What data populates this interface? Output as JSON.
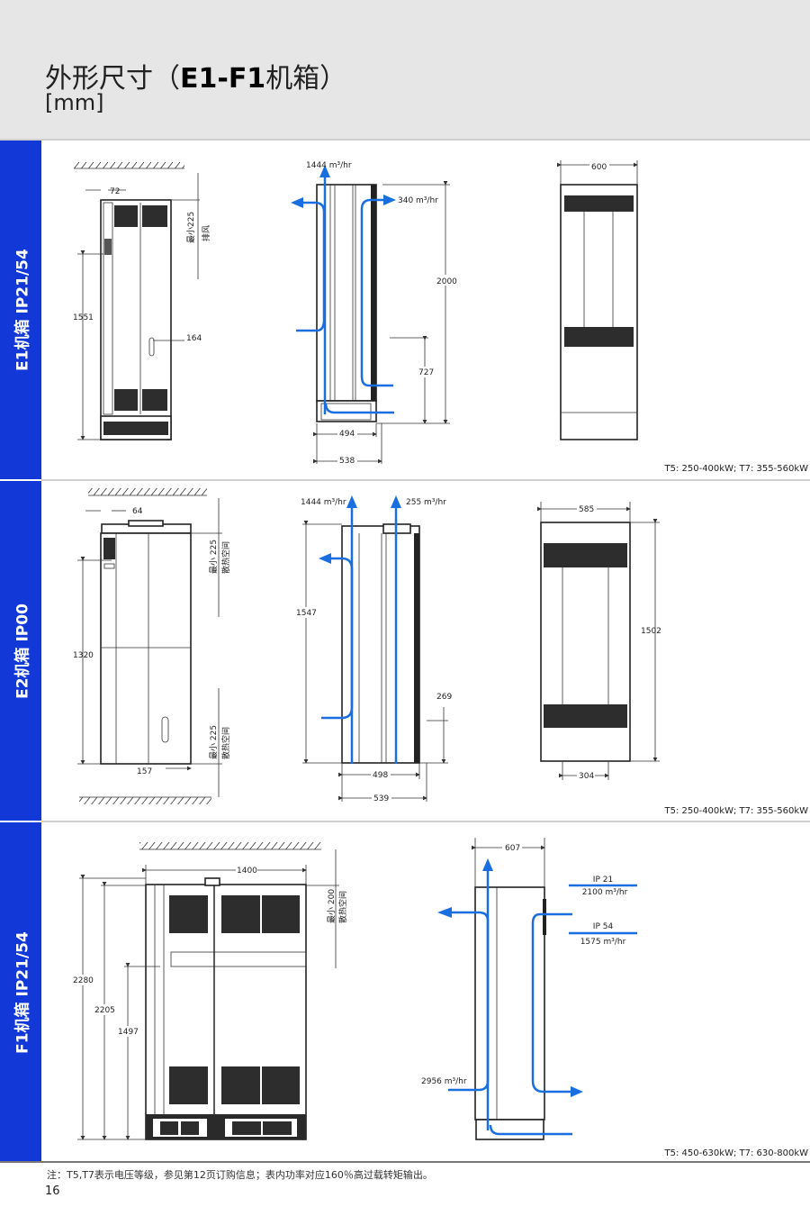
{
  "header": {
    "title_pre": "外形尺寸（",
    "title_bold": "E1-F1",
    "title_post": "机箱）",
    "unit": "[mm]"
  },
  "sections": [
    {
      "label": "E1机箱 IP21/54",
      "caption": "T5: 250-400kW; T7: 355-560kW",
      "dims": {
        "w72": "72",
        "h1551": "1551",
        "d164": "164",
        "clear": "最小225",
        "clear2": "排风",
        "air_up": "1444 m³/hr",
        "air_side": "340 m³/hr",
        "h2000": "2000",
        "h727": "727",
        "d494": "494",
        "d538": "538",
        "w600": "600"
      }
    },
    {
      "label": "E2机箱 IP00",
      "caption": "T5: 250-400kW; T7: 355-560kW",
      "dims": {
        "w64": "64",
        "h1320": "1320",
        "d157": "157",
        "clear": "最小 225",
        "clear2": "散热空间",
        "air_up1": "1444 m³/hr",
        "air_up2": "255 m³/hr",
        "h1547": "1547",
        "h269": "269",
        "d498": "498",
        "d539": "539",
        "w585": "585",
        "h1502": "1502",
        "d304": "304"
      }
    },
    {
      "label": "F1机箱 IP21/54",
      "caption": "T5: 450-630kW; T7: 630-800kW",
      "dims": {
        "w1400": "1400",
        "h2280": "2280",
        "h2205": "2205",
        "h1497": "1497",
        "clear": "最小 200",
        "clear2": "散热空间",
        "d607": "607",
        "ip21": "IP 21",
        "ip21_air": "2100 m³/hr",
        "ip54": "IP 54",
        "ip54_air": "1575 m³/hr",
        "air_in": "2956 m³/hr"
      }
    }
  ],
  "footnote": "注：T5,T7表示电压等级，参见第12页订购信息；表内功率对应160％高过载转矩输出。",
  "page_number": "16",
  "colors": {
    "sidebar": "#1238d8",
    "airflow": "#1a6fe0",
    "header_bg": "#e6e6e6"
  }
}
